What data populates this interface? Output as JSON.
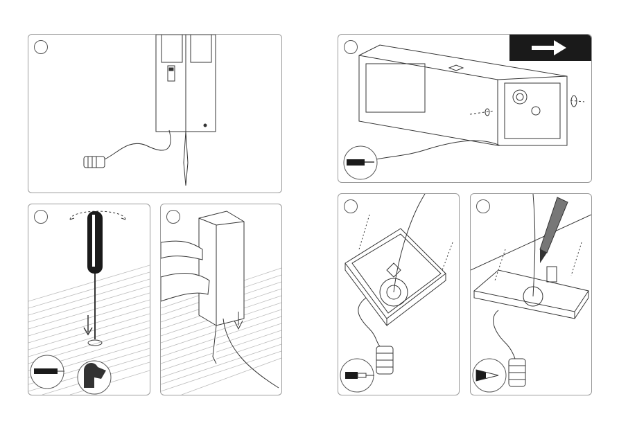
{
  "panels": [
    {
      "id": "p1",
      "step": "",
      "icon": "luminaire-with-cable-icon"
    },
    {
      "id": "p2",
      "step": "",
      "icon": "screwdriver-into-ground-icon"
    },
    {
      "id": "p3",
      "step": "",
      "icon": "push-luminaire-into-ground-icon"
    },
    {
      "id": "p4",
      "step": "",
      "icon": "open-housing-icon",
      "nav_icon": "arrow-right-icon"
    },
    {
      "id": "p5",
      "step": "",
      "icon": "cable-through-base-icon"
    },
    {
      "id": "p6",
      "step": "",
      "icon": "mark-with-pencil-icon"
    }
  ],
  "colors": {
    "line": "#333333",
    "panel_border": "#9a9a9a",
    "arrow_bg": "#1a1a1a",
    "arrow_fg": "#ffffff"
  }
}
